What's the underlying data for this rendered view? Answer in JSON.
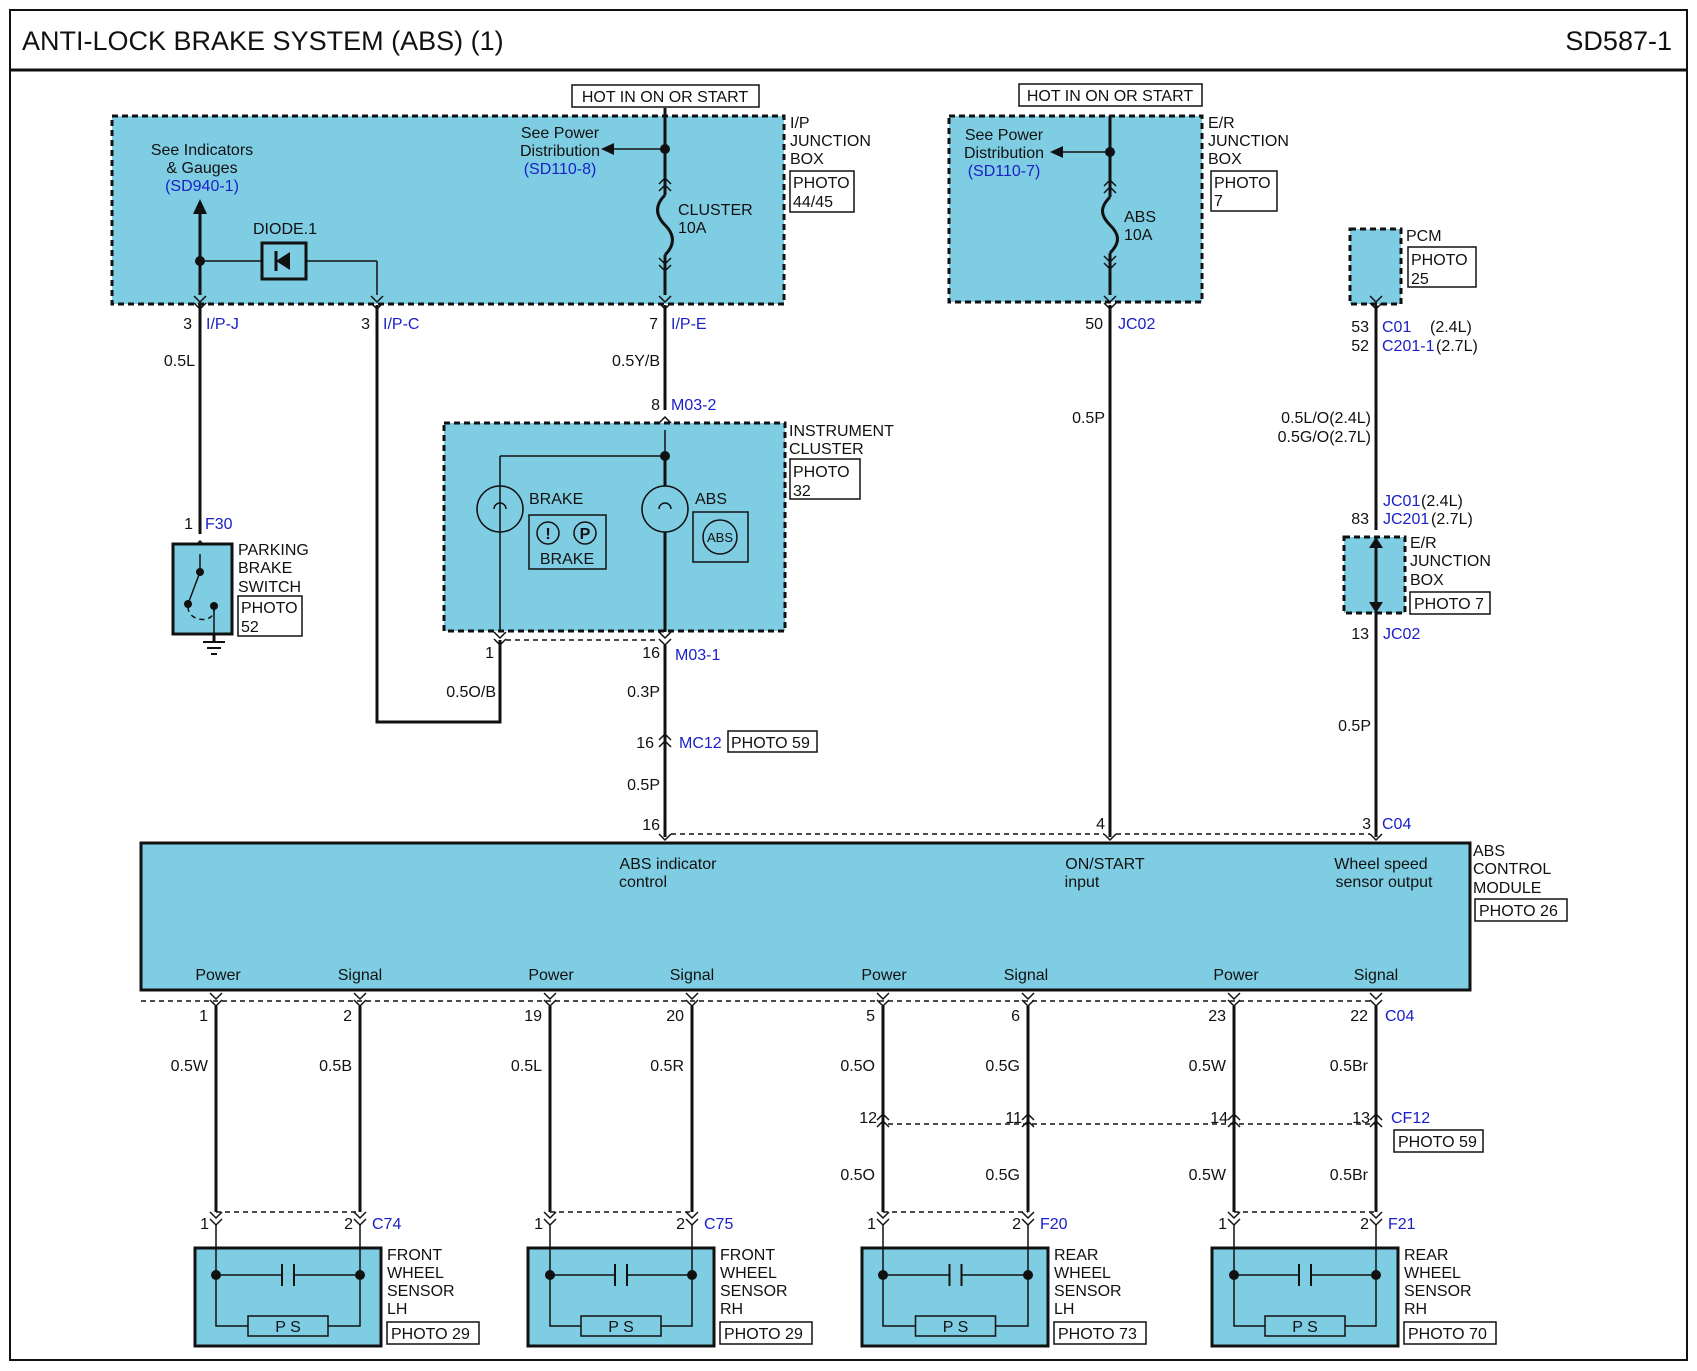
{
  "header": {
    "title": "ANTI-LOCK BRAKE SYSTEM (ABS) (1)",
    "code": "SD587-1"
  },
  "ip_box": {
    "hot": "HOT IN ON OR START",
    "name1": "I/P",
    "name2": "JUNCTION",
    "name3": "BOX",
    "photo1": "PHOTO",
    "photo2": "44/45",
    "see_ind1": "See Indicators",
    "see_ind2": "& Gauges",
    "see_ind_ref": "(SD940-1)",
    "see_pwr1": "See Power",
    "see_pwr2": "Distribution",
    "see_pwr_ref": "(SD110-8)",
    "fuse1": "CLUSTER",
    "fuse2": "10A",
    "diode": "DIODE.1",
    "pin_j": "3",
    "conn_j": "I/P-J",
    "pin_c": "3",
    "conn_c": "I/P-C",
    "pin_e": "7",
    "conn_e": "I/P-E"
  },
  "er_box": {
    "hot": "HOT IN ON OR START",
    "name1": "E/R",
    "name2": "JUNCTION",
    "name3": "BOX",
    "photo1": "PHOTO",
    "photo2": "7",
    "see_pwr1": "See Power",
    "see_pwr2": "Distribution",
    "see_pwr_ref": "(SD110-7)",
    "fuse1": "ABS",
    "fuse2": "10A",
    "pin": "50",
    "conn": "JC02"
  },
  "pcm": {
    "name": "PCM",
    "photo1": "PHOTO",
    "photo2": "25",
    "pin1": "53",
    "conn1": "C01",
    "conn1_note": "(2.4L)",
    "pin2": "52",
    "conn2": "C201-1",
    "conn2_note": "(2.7L)"
  },
  "wires": {
    "w1": "0.5L",
    "w2": "0.5Y/B",
    "w3": "0.5P",
    "w4a": "0.5L/O(2.4L)",
    "w4b": "0.5G/O(2.7L)",
    "w5": "0.5O/B",
    "w6": "0.3P",
    "w7": "0.5P",
    "w8": "0.5P"
  },
  "cluster": {
    "name1": "INSTRUMENT",
    "name2": "CLUSTER",
    "photo1": "PHOTO",
    "photo2": "32",
    "pin_in": "8",
    "conn_in": "M03-2",
    "brake": "BRAKE",
    "brake_sym": "BRAKE",
    "abs": "ABS",
    "abs_sym": "ABS",
    "pin_out1": "1",
    "pin_out2": "16",
    "conn_out": "M03-1"
  },
  "park": {
    "pin": "1",
    "conn": "F30",
    "name1": "PARKING",
    "name2": "BRAKE",
    "name3": "SWITCH",
    "photo1": "PHOTO",
    "photo2": "52"
  },
  "er_box2": {
    "pin1a": "JC01",
    "pin1a_note": "(2.4L)",
    "pin1b": "JC201",
    "pin1b_note": "(2.7L)",
    "pin_num": "83",
    "name1": "E/R",
    "name2": "JUNCTION",
    "name3": "BOX",
    "photo": "PHOTO 7",
    "pin_out": "13",
    "conn_out": "JC02"
  },
  "mc12": {
    "pin": "16",
    "conn": "MC12",
    "photo": "PHOTO 59"
  },
  "abs_module": {
    "name1": "ABS",
    "name2": "CONTROL",
    "name3": "MODULE",
    "photo": "PHOTO 26",
    "pin_16": "16",
    "pin_4": "4",
    "pin_3": "3",
    "conn_top": "C04",
    "f1a": "ABS indicator",
    "f1b": "control",
    "f2a": "ON/START",
    "f2b": "input",
    "f3a": "Wheel speed",
    "f3b": "sensor output",
    "bottom_labels": [
      "Power",
      "Signal",
      "Power",
      "Signal",
      "Power",
      "Signal",
      "Power",
      "Signal"
    ],
    "bottom_pins": [
      "1",
      "2",
      "19",
      "20",
      "5",
      "6",
      "23",
      "22"
    ],
    "conn_bottom": "C04"
  },
  "sensor_wires": [
    "0.5W",
    "0.5B",
    "0.5L",
    "0.5R",
    "0.5O",
    "0.5G",
    "0.5W",
    "0.5Br"
  ],
  "cf12": {
    "pins": [
      "12",
      "11",
      "14",
      "13"
    ],
    "conn": "CF12",
    "photo": "PHOTO 59",
    "wires": [
      "0.5O",
      "0.5G",
      "0.5W",
      "0.5Br"
    ]
  },
  "sensors": [
    {
      "pin1": "1",
      "pin2": "2",
      "conn": "C74",
      "n1": "FRONT",
      "n2": "WHEEL",
      "n3": "SENSOR",
      "n4": "LH",
      "photo": "PHOTO 29",
      "ps": "P   S"
    },
    {
      "pin1": "1",
      "pin2": "2",
      "conn": "C75",
      "n1": "FRONT",
      "n2": "WHEEL",
      "n3": "SENSOR",
      "n4": "RH",
      "photo": "PHOTO 29",
      "ps": "P   S"
    },
    {
      "pin1": "1",
      "pin2": "2",
      "conn": "F20",
      "n1": "REAR",
      "n2": "WHEEL",
      "n3": "SENSOR",
      "n4": "LH",
      "photo": "PHOTO 73",
      "ps": "P   S"
    },
    {
      "pin1": "1",
      "pin2": "2",
      "conn": "F21",
      "n1": "REAR",
      "n2": "WHEEL",
      "n3": "SENSOR",
      "n4": "RH",
      "photo": "PHOTO 70",
      "ps": "P   S"
    }
  ]
}
